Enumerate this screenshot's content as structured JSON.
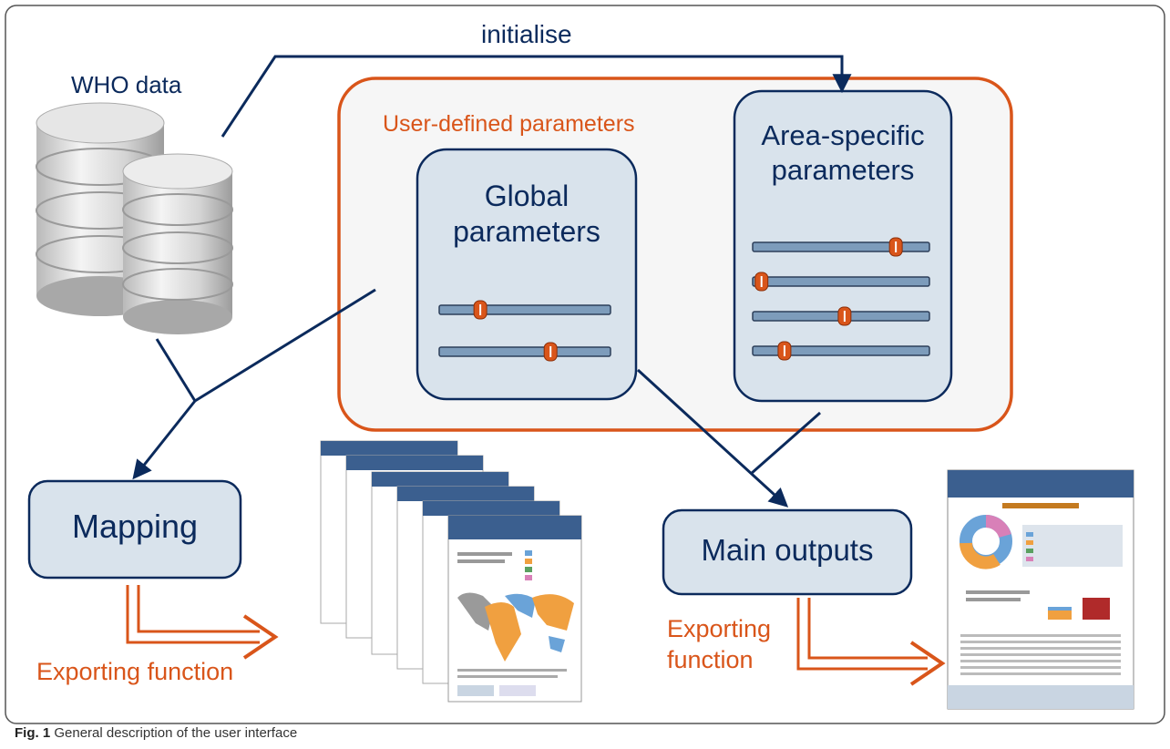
{
  "diagram": {
    "labels": {
      "initialise": "initialise",
      "who_data": "WHO data",
      "user_defined": "User-defined parameters",
      "global_line1": "Global",
      "global_line2": "parameters",
      "area_line1": "Area-specific",
      "area_line2": "parameters",
      "mapping": "Mapping",
      "main_outputs": "Main outputs",
      "export_left": "Exporting function",
      "export_right_line1": "Exporting",
      "export_right_line2": "function"
    },
    "sliders": {
      "global": [
        0.24,
        0.65
      ],
      "area": [
        0.81,
        0.05,
        0.52,
        0.18
      ]
    },
    "colors": {
      "navy": "#0b2a5c",
      "orange": "#d9551a",
      "box_fill": "#d9e3ec",
      "slider_fill": "#7d9cbb"
    }
  },
  "caption": {
    "prefix": "Fig. 1",
    "text": "General description of the user interface"
  }
}
